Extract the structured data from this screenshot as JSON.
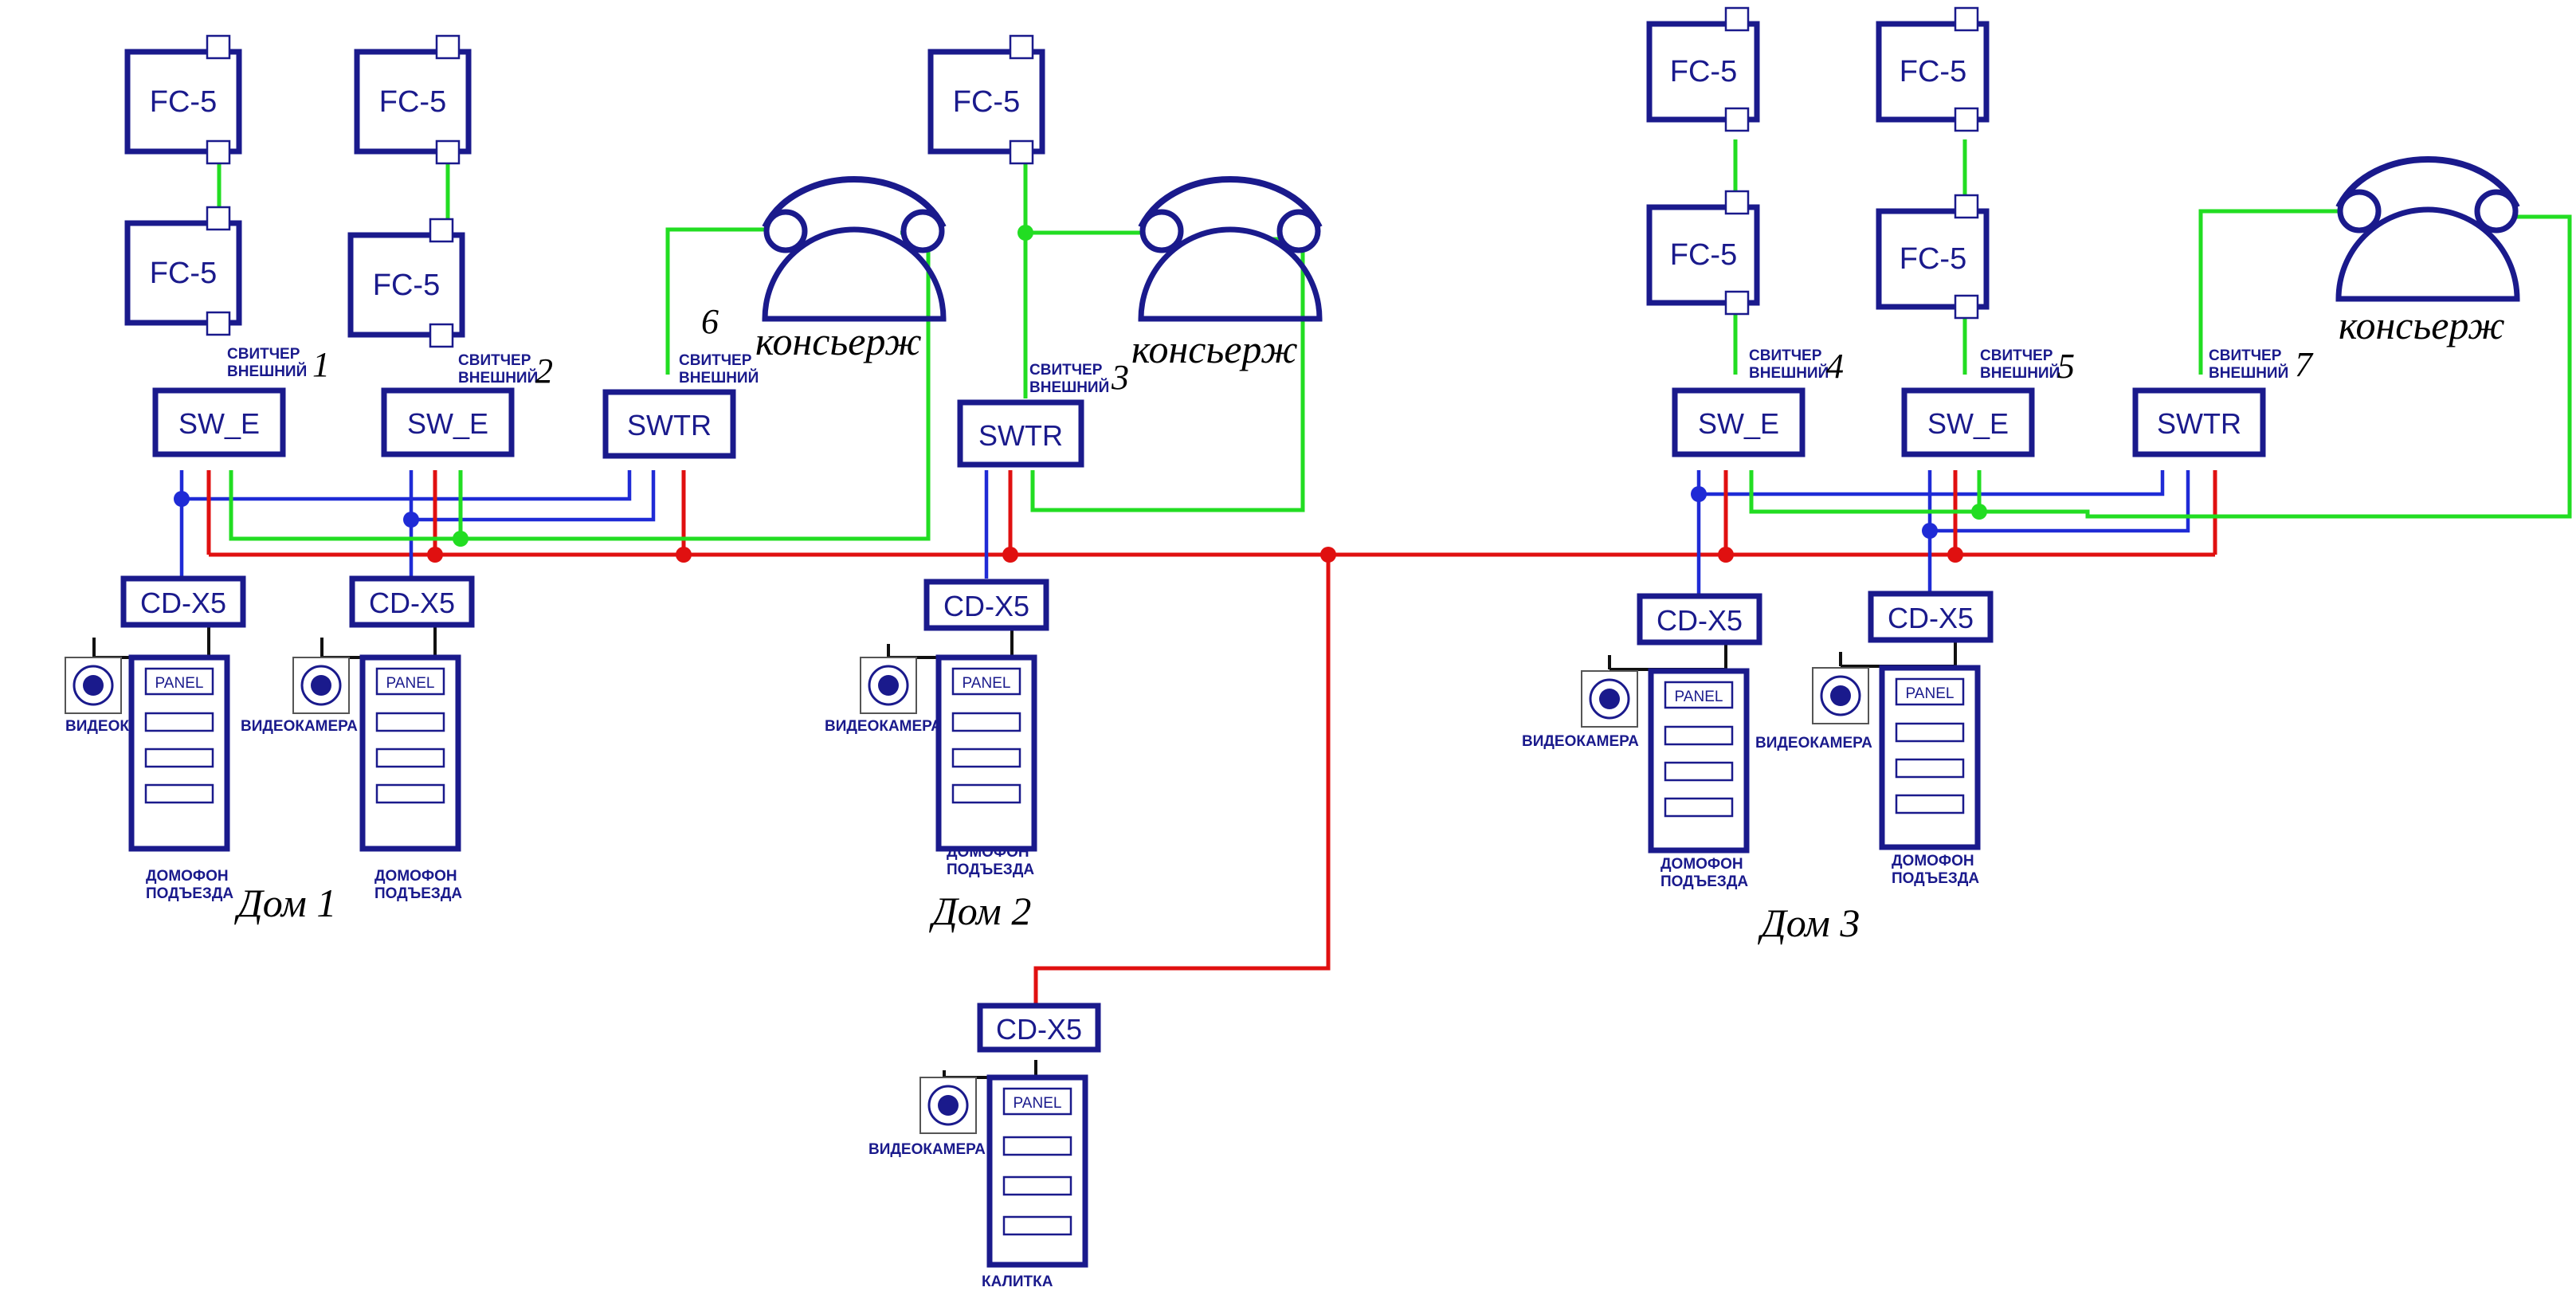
{
  "colors": {
    "blue_wire": "#1f2bd6",
    "red_wire": "#e01010",
    "green_wire": "#22dd22",
    "device_outline": "#1a1a8c"
  },
  "labels": {
    "fc": "FC-5",
    "sw_e": "SW_E",
    "swtr": "SWTR",
    "cdx5": "CD-X5",
    "panel": "PANEL",
    "switcher_line1": "СВИТЧЕР",
    "switcher_line2": "ВНЕШНИЙ",
    "camera": "ВИДЕОКАМЕРА",
    "door_line1": "ДОМОФОН",
    "door_line2": "ПОДЪЕЗДА",
    "gate": "КАЛИТКА",
    "concierge": "консьерж"
  },
  "numbers": {
    "n1": "1",
    "n2": "2",
    "n3": "3",
    "n4": "4",
    "n5": "5",
    "n6": "6",
    "n7": "7"
  },
  "houses": {
    "h1": "Дом 1",
    "h2": "Дом 2",
    "h3": "Дом 3"
  }
}
